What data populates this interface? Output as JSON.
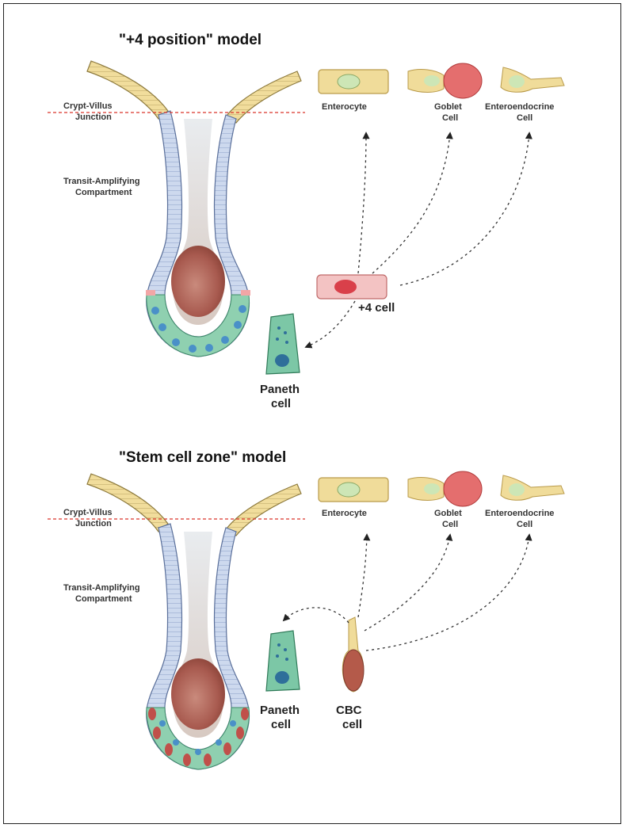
{
  "panels": [
    {
      "title": "\"+4 position\" model",
      "labels": {
        "junction_line1": "Crypt-Villus",
        "junction_line2": "Junction",
        "transit_line1": "Transit-Amplifying",
        "transit_line2": "Compartment",
        "enterocyte": "Enterocyte",
        "goblet_line1": "Goblet",
        "goblet_line2": "Cell",
        "entero_line1": "Enteroendocrine",
        "entero_line2": "Cell",
        "stem": "+4 cell",
        "paneth_line1": "Paneth",
        "paneth_line2": "cell"
      }
    },
    {
      "title": "\"Stem cell zone\" model",
      "labels": {
        "junction_line1": "Crypt-Villus",
        "junction_line2": "Junction",
        "transit_line1": "Transit-Amplifying",
        "transit_line2": "Compartment",
        "enterocyte": "Enterocyte",
        "goblet_line1": "Goblet",
        "goblet_line2": "Cell",
        "entero_line1": "Enteroendocrine",
        "entero_line2": "Cell",
        "paneth_line1": "Paneth",
        "paneth_line2": "cell",
        "stem_line1": "CBC",
        "stem_line2": "cell"
      }
    }
  ],
  "colors": {
    "villus": "#f0dc9a",
    "crypt_cells": "#c9d6ec",
    "lumen": "#b86a5e",
    "paneth": "#7cc7a6",
    "stem_pink": "#f2b9b9",
    "cbc": "#b45a4a",
    "junction_line": "#d9342b",
    "goblet": "#e05a5a"
  }
}
